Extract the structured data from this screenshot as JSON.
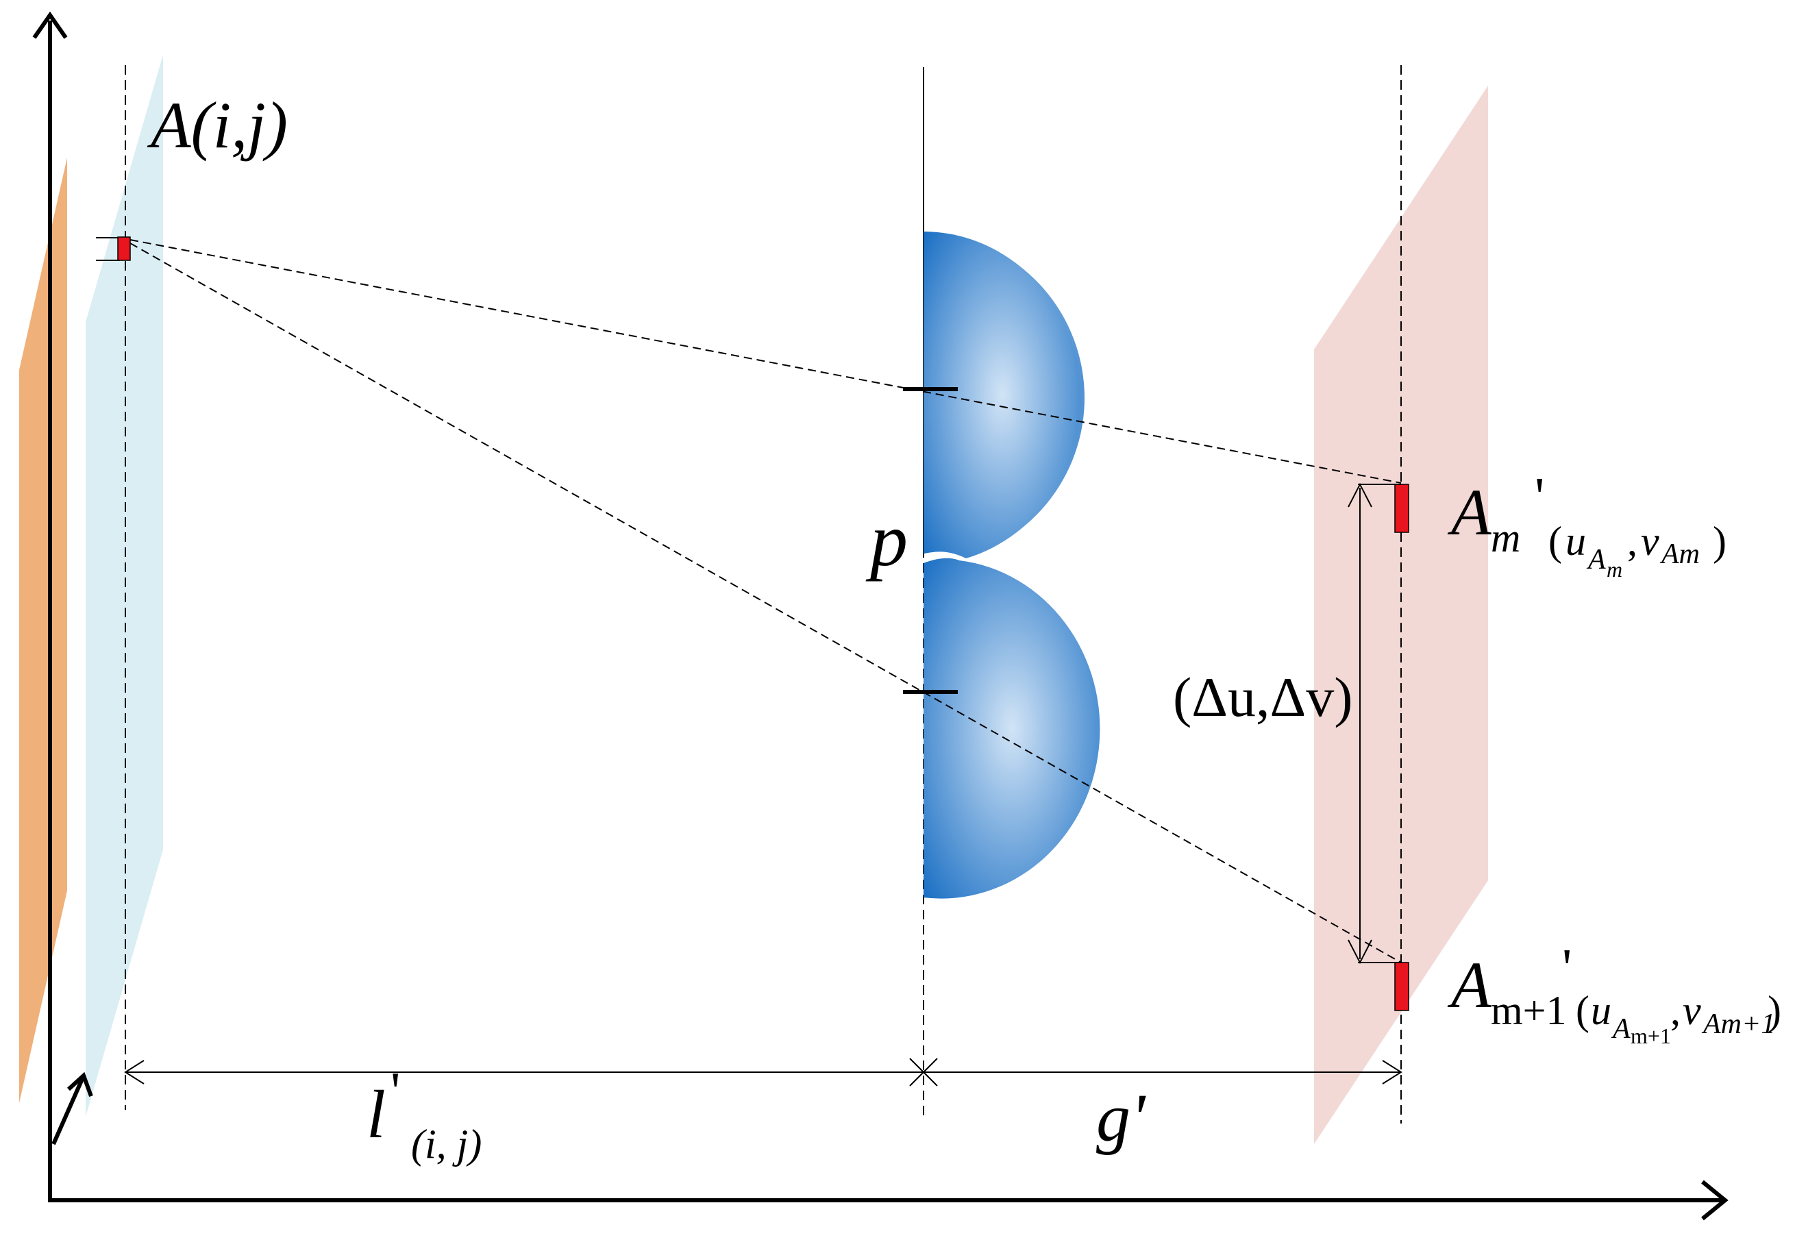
{
  "labels": {
    "point": "A(i,j)",
    "pitch": "p",
    "delta": "(Δu,Δv)",
    "image_m_main": "A",
    "image_m_sub": "m",
    "image_m_prime": "'",
    "image_m_coords_open": "(",
    "image_m_u": "u",
    "image_m_u_sub": "A",
    "image_m_u_subsub": "m",
    "image_m_comma": ",",
    "image_m_v": "v",
    "image_m_v_sub": "Am",
    "image_m_coords_close": ")",
    "image_m1_main": "A",
    "image_m1_sub": "m+1",
    "image_m1_prime": "'",
    "image_m1_coords_open": "(",
    "image_m1_u": "u",
    "image_m1_u_sub": "A",
    "image_m1_u_subsub": "m+1",
    "image_m1_comma": ",",
    "image_m1_v": "v",
    "image_m1_v_sub": "Am+1",
    "image_m1_coords_close": ")",
    "dist_l_main": "l",
    "dist_l_prime": "'",
    "dist_l_sub": "(i, j)",
    "dist_g": "g'"
  },
  "colors": {
    "display_plane": "#f0b07a",
    "object_plane": "#daeef4",
    "image_plane": "#f2d9d6",
    "lens": "#1a6fc4",
    "lens_highlight": "#d2e4f6",
    "pixel": "#e8141e",
    "line": "#000000"
  }
}
